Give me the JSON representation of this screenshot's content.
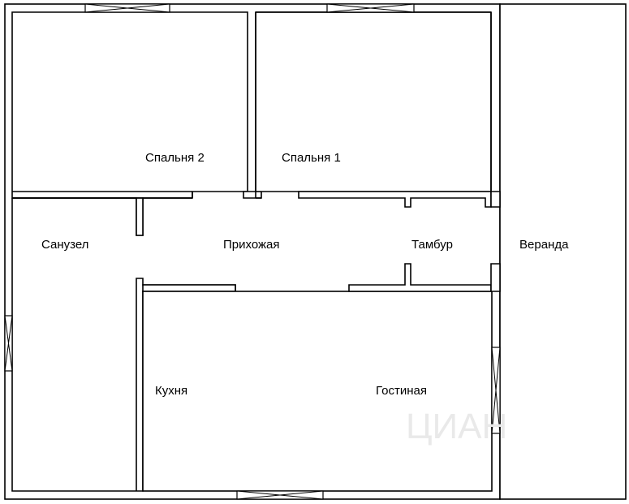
{
  "rooms": {
    "bedroom2": "Спальня 2",
    "bedroom1": "Спальня 1",
    "bathroom": "Санузел",
    "hallway": "Прихожая",
    "vestibule": "Тамбур",
    "veranda": "Веранда",
    "kitchen": "Кухня",
    "living": "Гостиная"
  },
  "watermark": "ЦИАН",
  "colors": {
    "wall": "#000000",
    "background": "#ffffff",
    "watermark": "#e9e9e9"
  }
}
